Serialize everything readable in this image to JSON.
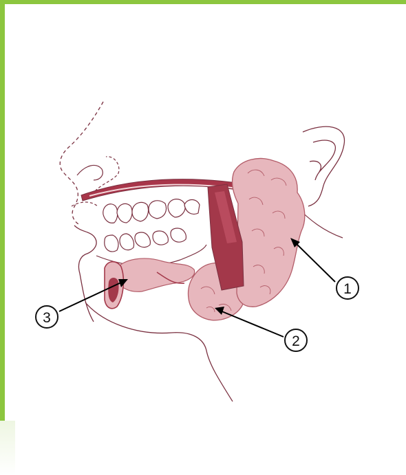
{
  "diagram": {
    "labels": [
      {
        "id": "1",
        "text": "1"
      },
      {
        "id": "2",
        "text": "2"
      },
      {
        "id": "3",
        "text": "3"
      }
    ],
    "colors": {
      "frame": "#8cc63f",
      "gland_fill": "#e7b7bd",
      "gland_edge": "#b25c68",
      "duct_dark": "#a3384a",
      "palate": "#a8364a",
      "outline": "#7a3040",
      "line": "#000000"
    }
  }
}
